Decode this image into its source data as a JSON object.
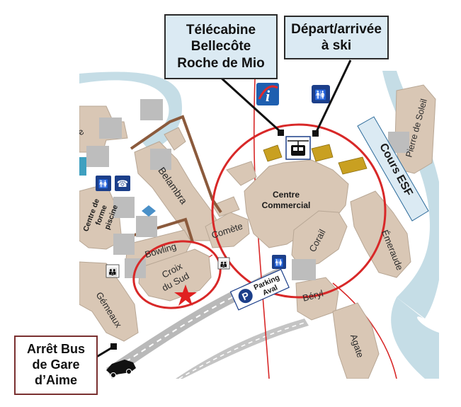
{
  "callouts": {
    "telecabine": [
      "Télécabine",
      "Bellecôte",
      "Roche de Mio"
    ],
    "depart": [
      "Départ/arrivée",
      "à ski"
    ],
    "bus": [
      "Arrêt Bus",
      "de Gare",
      "d’Aime"
    ]
  },
  "buildings": {
    "belambra": "Belambra",
    "centre_forme": [
      "Centre de",
      "forme",
      "piscine"
    ],
    "bowling": "Bowling",
    "croix_sud": [
      "Croix",
      "du Sud"
    ],
    "comete": "Comète",
    "centre_commercial": [
      "Centre",
      "Commercial"
    ],
    "corail": "Corail",
    "emeraude": "Émeraude",
    "beryl": "Béryl",
    "agate": "Agate",
    "gemeaux": "Gémeaux",
    "pierre_soleil": "Pierre de Soleil",
    "cours_esf": "Cours ESF",
    "parking": [
      "Parking",
      "Aval"
    ],
    "edge_left": "e"
  },
  "icons": [
    "info-icon",
    "toilet-icon",
    "phone-icon",
    "gondola-icon",
    "parking-icon",
    "car-icon",
    "star-marker",
    "family-icon"
  ],
  "colors": {
    "building": "#d9c7b5",
    "circle": "#d82828",
    "river": "#c5dde6",
    "road": "#9a9a9a",
    "brown_line": "#8b5a3c",
    "yellow_lift": "#c9a021",
    "star": "#e02020",
    "callout_bg": "#dbeaf3"
  }
}
